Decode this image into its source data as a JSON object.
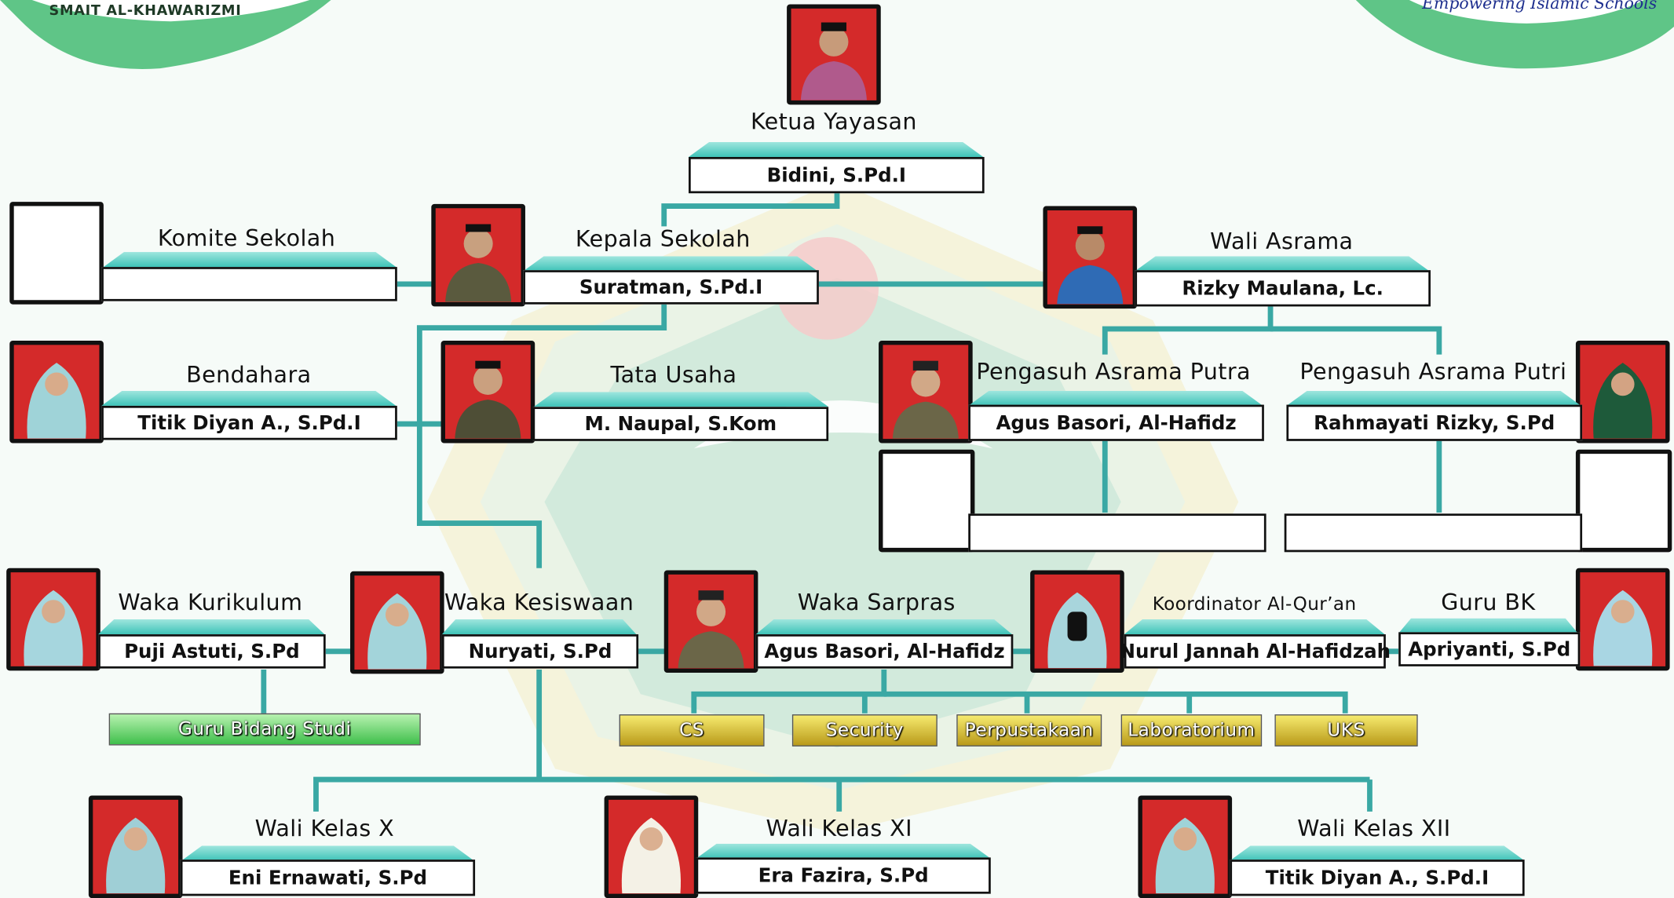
{
  "header": {
    "brand_left": "SMAIT AL-KHAWARIZMI",
    "brand_right": "Empowering Islamic Schools"
  },
  "colors": {
    "accent_teal": "#3ec3b8",
    "connector": "#3aa8a4",
    "photo_background": "#d42a2a",
    "corner_green": "#5fc587",
    "tag_gold": "#c9ad2a",
    "tag_green": "#55c95e"
  },
  "org": {
    "ketua_yayasan": {
      "title": "Ketua Yayasan",
      "name": "Bidini, S.Pd.I"
    },
    "komite_sekolah": {
      "title": "Komite Sekolah",
      "name": ""
    },
    "kepala_sekolah": {
      "title": "Kepala Sekolah",
      "name": "Suratman, S.Pd.I"
    },
    "wali_asrama": {
      "title": "Wali Asrama",
      "name": "Rizky Maulana, Lc."
    },
    "bendahara": {
      "title": "Bendahara",
      "name": "Titik Diyan A., S.Pd.I"
    },
    "tata_usaha": {
      "title": "Tata Usaha",
      "name": "M. Naupal, S.Kom"
    },
    "pengasuh_putra": {
      "title": "Pengasuh Asrama Putra",
      "name": "Agus Basori, Al-Hafidz"
    },
    "pengasuh_putri": {
      "title": "Pengasuh Asrama Putri",
      "name": "Rahmayati Rizky, S.Pd"
    },
    "waka_kurikulum": {
      "title": "Waka Kurikulum",
      "name": "Puji Astuti, S.Pd"
    },
    "waka_kesiswaan": {
      "title": "Waka Kesiswaan",
      "name": "Nuryati, S.Pd"
    },
    "waka_sarpras": {
      "title": "Waka Sarpras",
      "name": "Agus Basori, Al-Hafidz"
    },
    "koordinator_quran": {
      "title": "Koordinator Al-Qur’an",
      "name": "Nurul Jannah Al-Hafidzah"
    },
    "guru_bk": {
      "title": "Guru BK",
      "name": "Apriyanti, S.Pd"
    },
    "wali_kelas_x": {
      "title": "Wali Kelas X",
      "name": "Eni Ernawati, S.Pd"
    },
    "wali_kelas_xi": {
      "title": "Wali Kelas XI",
      "name": "Era Fazira, S.Pd"
    },
    "wali_kelas_xii": {
      "title": "Wali Kelas XII",
      "name": "Titik Diyan A., S.Pd.I"
    }
  },
  "units": {
    "guru_bidang_studi": "Guru Bidang Studi",
    "cs": "CS",
    "security": "Security",
    "perpustakaan": "Perpustakaan",
    "laboratorium": "Laboratorium",
    "uks": "UKS"
  }
}
